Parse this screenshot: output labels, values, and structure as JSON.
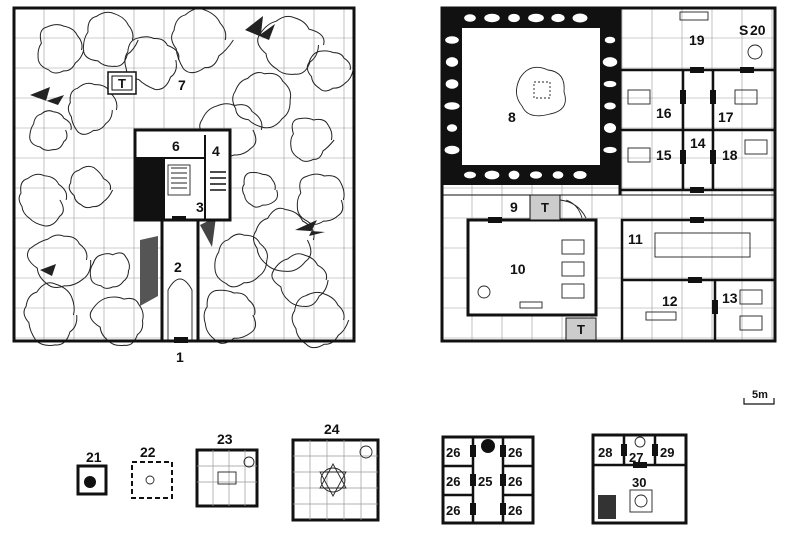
{
  "areas": {
    "a1": "1",
    "a2": "2",
    "a3": "3",
    "a4": "4",
    "a6": "6",
    "a7": "7",
    "a8": "8",
    "a9": "9",
    "a10": "10",
    "a11": "11",
    "a12": "12",
    "a13": "13",
    "a14": "14",
    "a15": "15",
    "a16": "16",
    "a17": "17",
    "a18": "18",
    "a19": "19",
    "a20": "20",
    "a21": "21",
    "a22": "22",
    "a23": "23",
    "a24": "24",
    "a25": "25",
    "a26": "26",
    "a27": "27",
    "a28": "28",
    "a29": "29",
    "a30": "30"
  },
  "markers": {
    "s_marker": "S",
    "t_marker": "T"
  },
  "scale": {
    "label": "5m"
  },
  "colors": {
    "ink": "#111111",
    "paper": "#ffffff",
    "grid": "#9a9a9a"
  }
}
